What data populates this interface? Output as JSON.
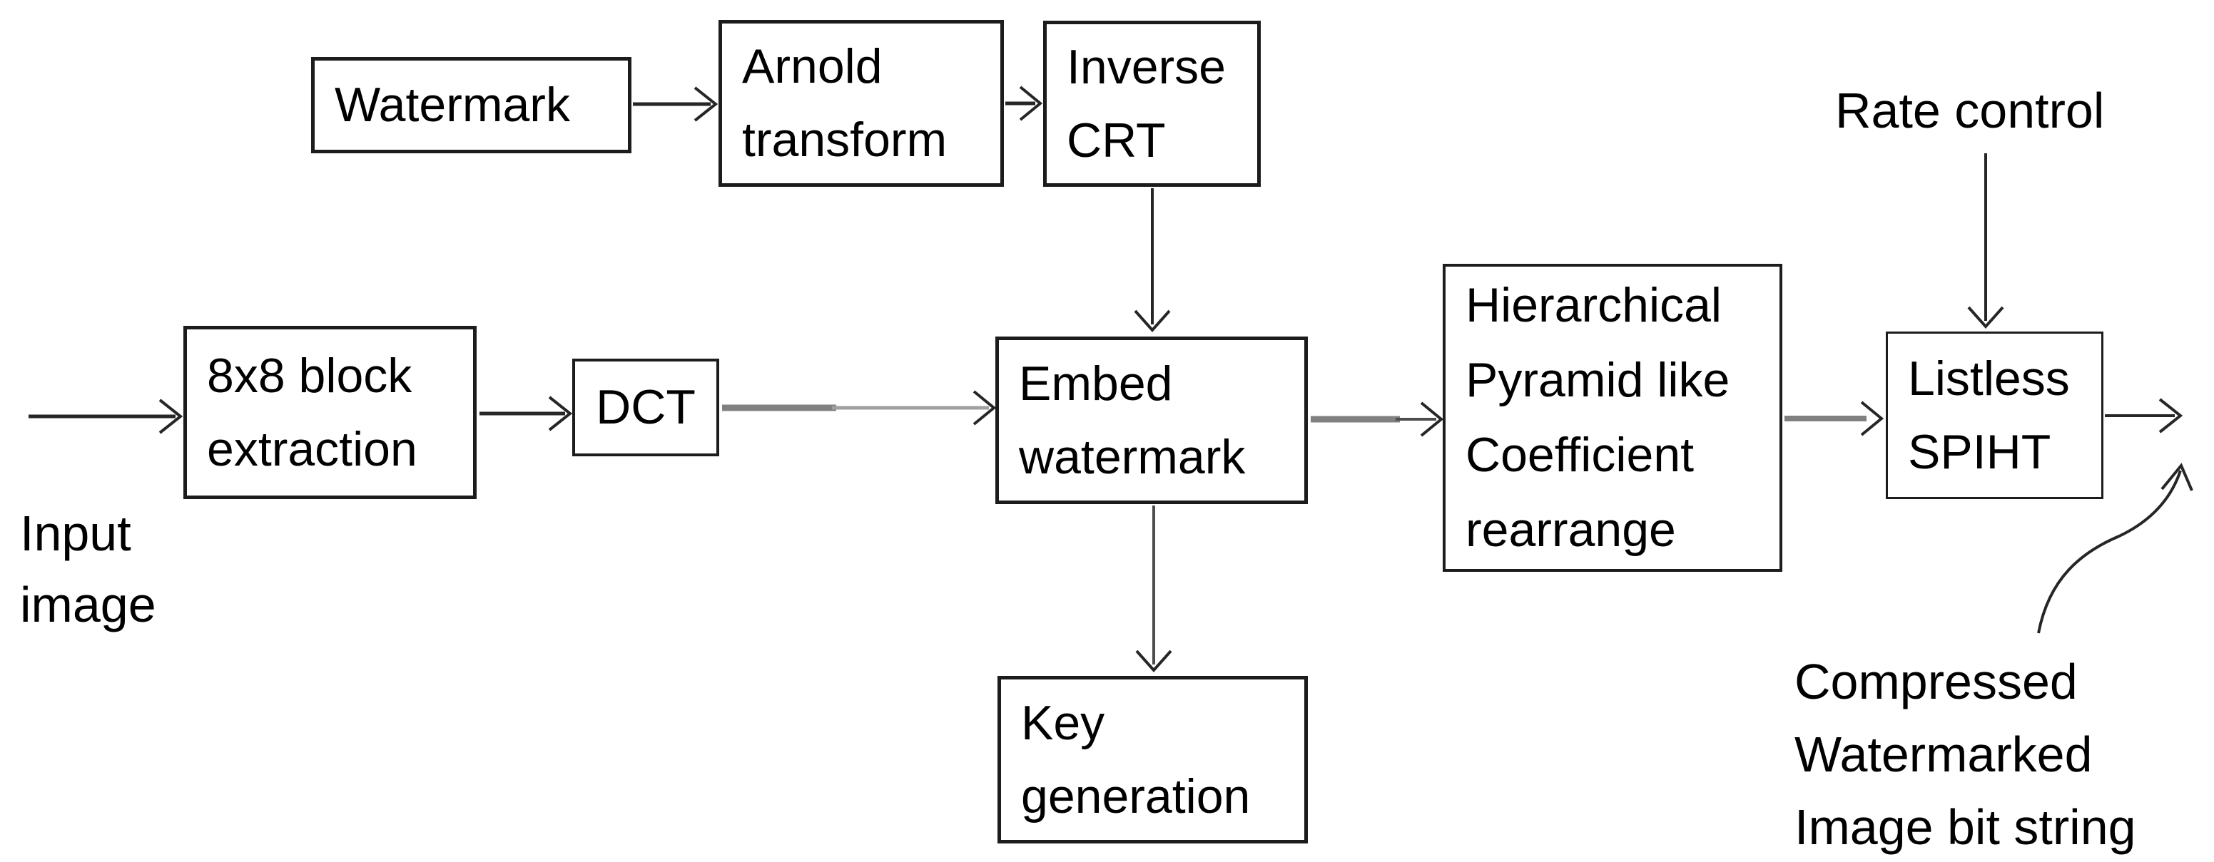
{
  "colors": {
    "background": "#ffffff",
    "text": "#000000",
    "box_border": "#1c1c1c",
    "stroke_black": "#262626",
    "stroke_dark": "#4d4d4d",
    "stroke_gray": "#808080",
    "stroke_gray_light": "#a0a0a0"
  },
  "boxes": {
    "watermark": {
      "lines": [
        "Watermark"
      ]
    },
    "arnold": {
      "lines": [
        "Arnold",
        "transform"
      ]
    },
    "inverse_crt": {
      "lines": [
        "Inverse",
        "CRT"
      ]
    },
    "block_extraction": {
      "lines": [
        "8x8 block",
        "extraction"
      ]
    },
    "dct": {
      "lines": [
        "DCT"
      ]
    },
    "embed_watermark": {
      "lines": [
        "Embed",
        "watermark"
      ]
    },
    "hierarchical": {
      "lines": [
        "Hierarchical",
        "Pyramid like",
        "Coefficient",
        "rearrange"
      ]
    },
    "listless_spiht": {
      "lines": [
        "Listless",
        "SPIHT"
      ]
    },
    "key_generation": {
      "lines": [
        "Key",
        "generation"
      ]
    }
  },
  "annotations": {
    "input_image": {
      "lines": [
        "Input",
        "image"
      ]
    },
    "rate_control": {
      "lines": [
        "Rate control"
      ]
    },
    "output_label": {
      "lines": [
        "Compressed",
        "Watermarked",
        "Image bit string"
      ]
    }
  }
}
